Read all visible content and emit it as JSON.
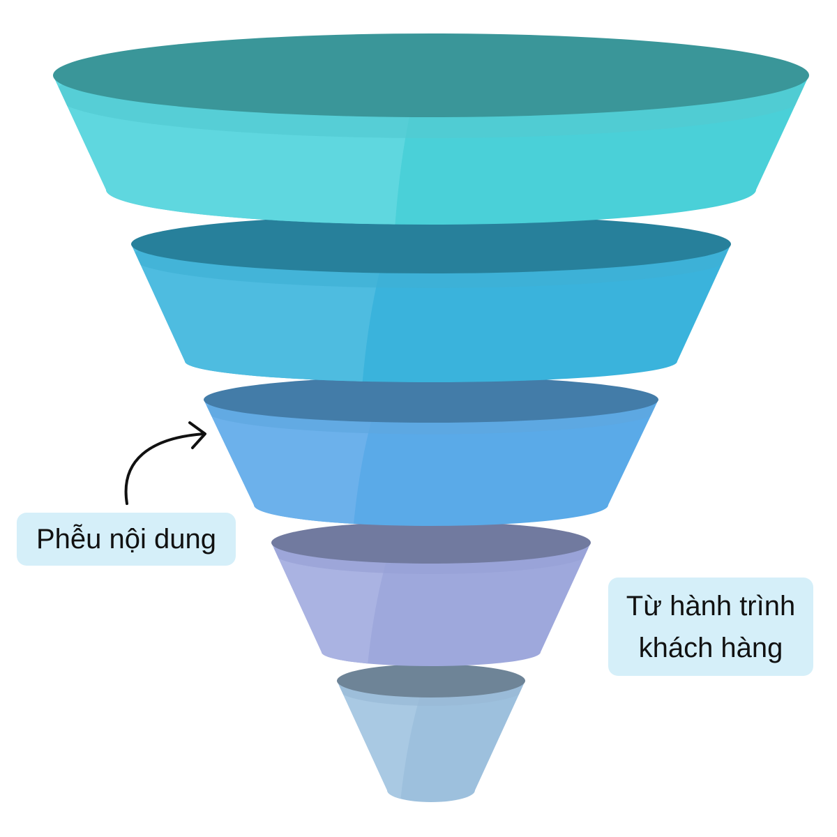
{
  "labels": {
    "content_funnel": "Phễu nội dung",
    "customer_journey_line1": "Từ hành trình",
    "customer_journey_line2": "khách hàng"
  },
  "funnel_layers": [
    {
      "name": "layer-1",
      "top": "#3a9699",
      "left": "#5fd7df",
      "right": "#4ad0d8",
      "band": "#52cad2"
    },
    {
      "name": "layer-2",
      "top": "#27809b",
      "left": "#4ebce0",
      "right": "#3ab3dc",
      "band": "#3fb0d4"
    },
    {
      "name": "layer-3",
      "top": "#437ca8",
      "left": "#6cb1eb",
      "right": "#5aaae8",
      "band": "#5ea6df"
    },
    {
      "name": "layer-4",
      "top": "#717a9f",
      "left": "#aab3e2",
      "right": "#9ea8dc",
      "band": "#97a1d5"
    },
    {
      "name": "layer-5",
      "top": "#6e8497",
      "left": "#a9c9e3",
      "right": "#9dc0dd",
      "band": "#98b9d5"
    }
  ],
  "arrow_color": "#111111"
}
